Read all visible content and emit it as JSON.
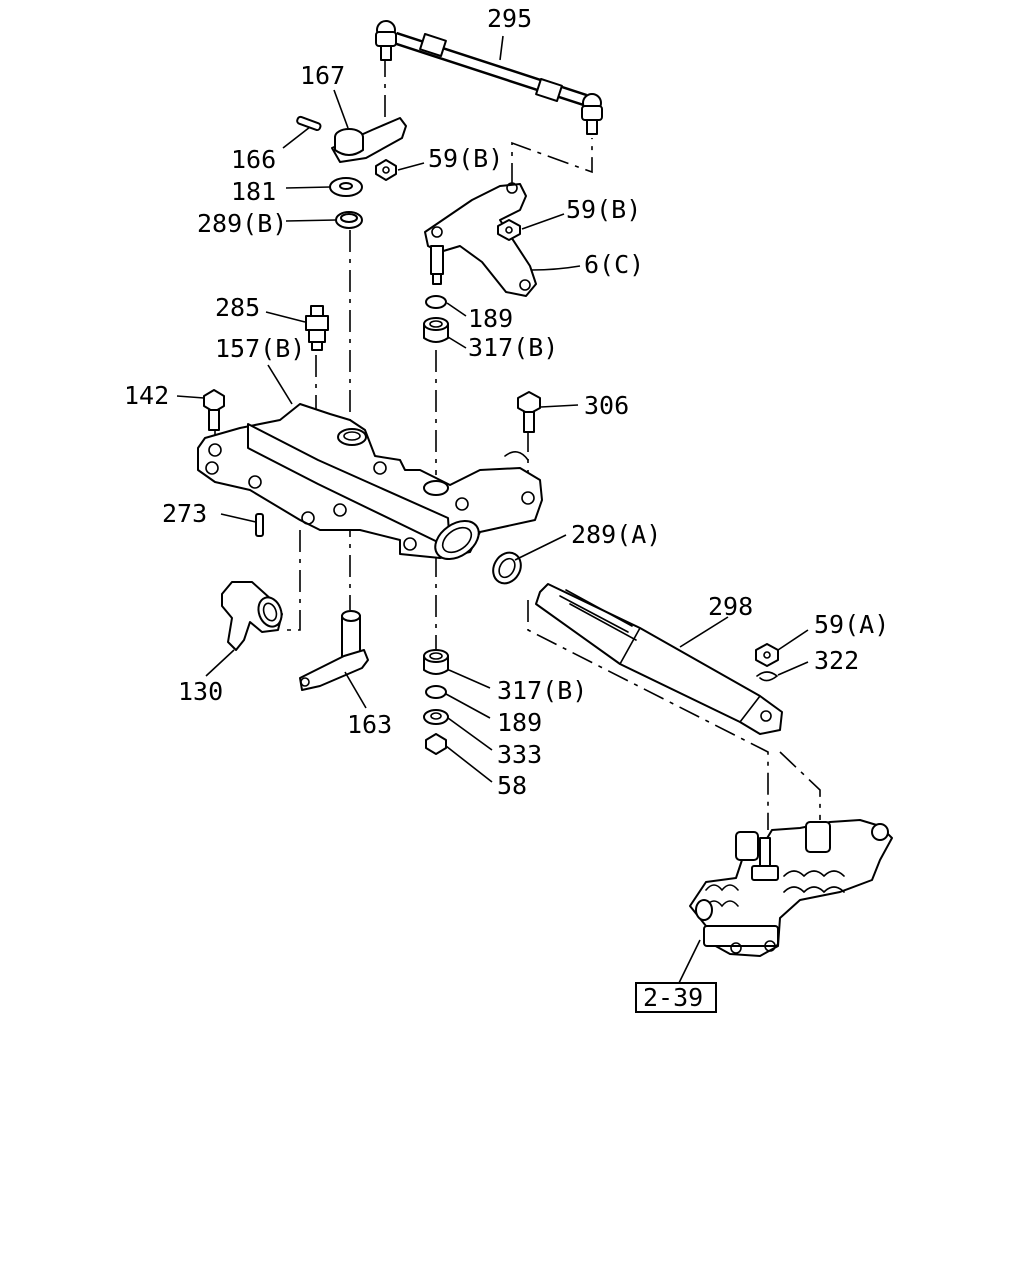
{
  "diagram": {
    "labels": {
      "l295": "295",
      "l167": "167",
      "l166": "166",
      "l59b_1": "59(B)",
      "l181": "181",
      "l289b": "289(B)",
      "l59b_2": "59(B)",
      "l6c": "6(C)",
      "l285": "285",
      "l189_top": "189",
      "l157b": "157(B)",
      "l317b_top": "317(B)",
      "l142": "142",
      "l306": "306",
      "l273": "273",
      "l289a": "289(A)",
      "l298": "298",
      "l59a": "59(A)",
      "l322": "322",
      "l130": "130",
      "l317b_bot": "317(B)",
      "l163": "163",
      "l189_bot": "189",
      "l333": "333",
      "l58": "58"
    },
    "reference": "2-39"
  }
}
